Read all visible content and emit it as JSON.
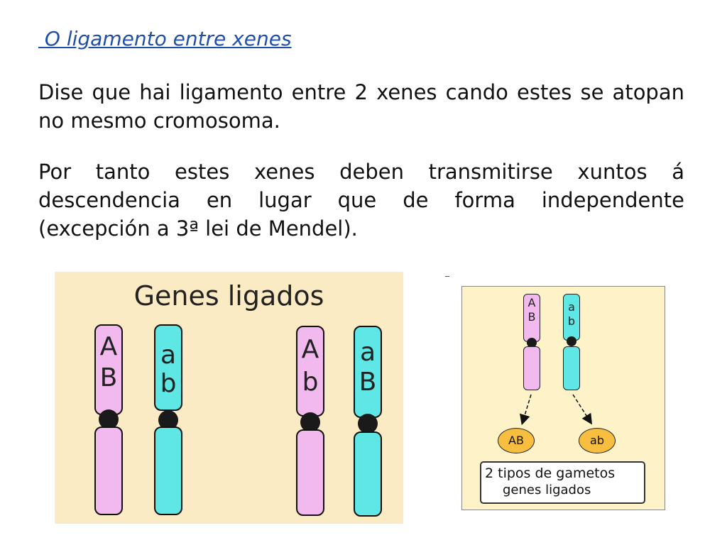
{
  "title": "O ligamento entre xenes",
  "paragraph1": "Dise que hai ligamento entre 2 xenes cando estes se atopan no mesmo cromosoma.",
  "paragraph2": "Por tanto estes xenes deben transmitirse xuntos á descendencia en lugar  que de forma independente (excepción a 3ª lei de Mendel).",
  "figure1": {
    "caption": "Genes ligados",
    "pair1": {
      "left": [
        "A",
        "B"
      ],
      "right": [
        "a",
        "b"
      ]
    },
    "pair2": {
      "left": [
        "A",
        "b"
      ],
      "right": [
        "a",
        "B"
      ]
    }
  },
  "figure2": {
    "chromosome_left": [
      "A",
      "B"
    ],
    "chromosome_right": [
      "a",
      "b"
    ],
    "gamete_left": "AB",
    "gamete_right": "ab",
    "label_line1": "2 tipos de gametos",
    "label_line2": "genes ligados"
  },
  "colors": {
    "title": "#1f4fa8",
    "pink": "#f1b9ee",
    "cyan": "#5ee7e4",
    "background_figure": "#fbebc5",
    "gamete": "#f7be3f"
  }
}
